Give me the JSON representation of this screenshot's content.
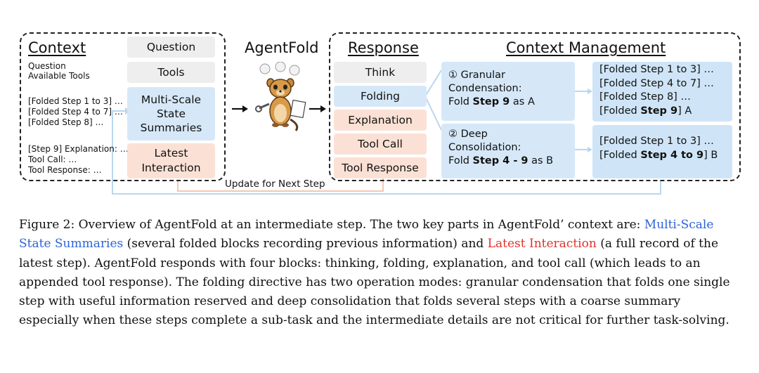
{
  "figure": {
    "context": {
      "heading": "Context",
      "left_lines_top": [
        "Question",
        "Available Tools"
      ],
      "left_lines_mid": [
        "[Folded Step 1 to 3] …",
        "[Folded Step 4 to 7] …",
        "[Folded Step 8] …"
      ],
      "left_lines_bot": [
        "[Step 9] Explanation: …",
        "Tool Call: …",
        "Tool Response: …"
      ],
      "boxes": {
        "question": "Question",
        "tools": "Tools",
        "summaries": [
          "Multi-Scale",
          "State",
          "Summaries"
        ],
        "latest": [
          "Latest",
          "Interaction"
        ]
      }
    },
    "agent": {
      "title": "AgentFold"
    },
    "response": {
      "heading": "Response",
      "items": [
        "Think",
        "Folding",
        "Explanation",
        "Tool Call",
        "Tool Response"
      ]
    },
    "context_management": {
      "heading": "Context Management",
      "granular": {
        "marker": "①",
        "lines": [
          "Granular",
          "Condensation:"
        ],
        "fold_prefix": "Fold ",
        "fold_bold": "Step 9",
        "fold_suffix": " as A"
      },
      "deep": {
        "marker": "②",
        "lines": [
          "Deep",
          "Consolidation:"
        ],
        "fold_prefix": "Fold ",
        "fold_bold": "Step 4 - 9",
        "fold_suffix": " as B"
      },
      "granular_result": {
        "lines": [
          "[Folded Step 1 to 3] …",
          "[Folded Step 4 to 7] …",
          "[Folded Step 8] …"
        ],
        "last_prefix": "[Folded ",
        "last_bold": "Step 9",
        "last_suffix": "] A"
      },
      "deep_result": {
        "line1": "[Folded Step 1 to 3] …",
        "last_prefix": "[Folded ",
        "last_bold": "Step 4 to 9",
        "last_suffix": "] B"
      }
    },
    "update_label": "Update for Next Step"
  },
  "caption": {
    "part1": "Figure 2: Overview of AgentFold at an intermediate step. The two key parts in AgentFold’ context are: ",
    "blue_term": "Multi-Scale State Summaries",
    "part2": " (several folded blocks recording previous information) and ",
    "red_term": "Latest Interaction",
    "part3": " (a full record of the latest step). AgentFold responds with four blocks: thinking, folding, explanation, and tool call (which leads to an appended tool response). The folding directive has two operation modes: granular condensation that folds one single step with useful information reserved and deep consolidation that folds several steps with a coarse summary especially when these steps complete a sub-task and the intermediate details are not critical for further task-solving."
  },
  "colors": {
    "blue_box": "#d6e8f8",
    "orange_box": "#fbe1d5",
    "gray_box": "#eeeeee",
    "caption_blue": "#2b63d9",
    "caption_red": "#e0322b"
  }
}
